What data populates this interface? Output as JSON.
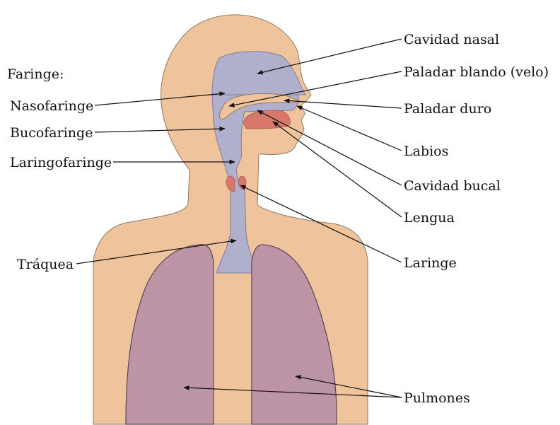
{
  "diagram": {
    "group_heading": "Faringe:",
    "labels": {
      "nasal_cavity": "Cavidad nasal",
      "soft_palate": "Paladar blando (velo)",
      "hard_palate": "Paladar duro",
      "lips": "Labios",
      "oral_cavity": "Cavidad bucal",
      "tongue": "Lengua",
      "larynx": "Laringe",
      "lungs": "Pulmones",
      "nasopharynx": "Nasofaringe",
      "oropharynx": "Bucofaringe",
      "laryngopharynx": "Laringofaringe",
      "trachea": "Tráquea"
    },
    "colors": {
      "skin": "#efc49c",
      "airway": "#b0b0cc",
      "lungs": "#bc94a6",
      "tissue": "#d8786c",
      "text": "#111111"
    }
  }
}
